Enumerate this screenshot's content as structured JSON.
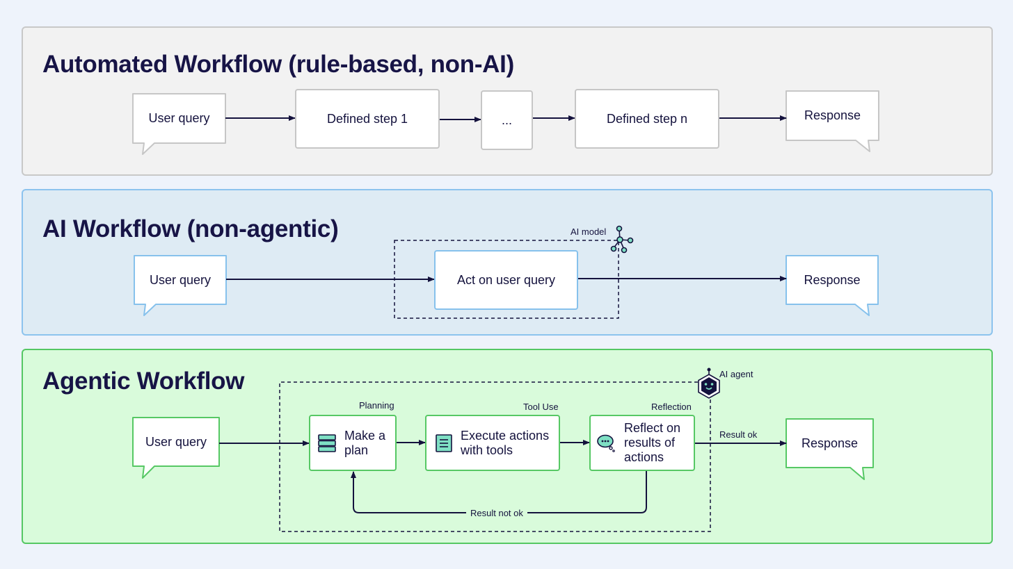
{
  "panels": {
    "automated": {
      "title": "Automated Workflow (rule-based, non-AI)",
      "user_query": "User query",
      "step1": "Defined step 1",
      "ellipsis": "...",
      "stepn": "Defined step n",
      "response": "Response"
    },
    "ai": {
      "title": "AI Workflow (non-agentic)",
      "user_query": "User query",
      "model_label": "AI model",
      "act": "Act on user query",
      "response": "Response"
    },
    "agentic": {
      "title": "Agentic Workflow",
      "user_query": "User query",
      "agent_label": "AI agent",
      "planning_label": "Planning",
      "tool_use_label": "Tool Use",
      "reflection_label": "Reflection",
      "plan_step": "Make a plan",
      "execute_step": "Execute actions with tools",
      "reflect_step": "Reflect on results of actions",
      "result_ok": "Result ok",
      "result_not_ok": "Result not ok",
      "response": "Response"
    }
  },
  "icons": {
    "model": "network-node-icon",
    "agent": "robot-hexagon-icon",
    "plan": "stacked-layers-icon",
    "execute": "document-list-icon",
    "reflect": "thought-bubble-icon"
  },
  "colors": {
    "gray_border": "#c6c6c6",
    "blue_border": "#86c1ec",
    "green_border": "#56c864",
    "arrow": "#14123d",
    "icon_fill": "#7fe0c4"
  }
}
